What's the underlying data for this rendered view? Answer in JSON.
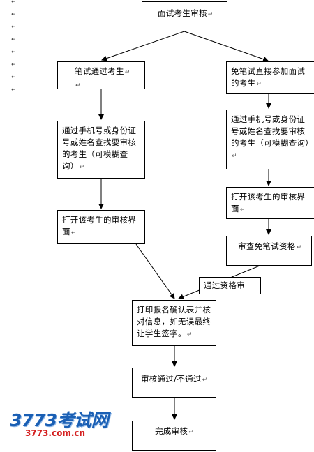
{
  "flowchart": {
    "nodes": {
      "start": "面试考生审核",
      "written_pass": "笔试通过考生",
      "exempt": "免笔试直接参加面试的考生",
      "search_left": "通过手机号或身份证号或姓名查找要审核的考生（可模糊查询）",
      "search_right": "通过手机号或身份证号或姓名查找要审核的考生（可模糊查询）",
      "open_left": "打开该考生的审核界面",
      "open_right": "打开该考生的审核界面",
      "check_exempt": "审查免笔试资格",
      "qualified": "通过资格审",
      "print_form": "打印报名确认表并核对信息，如无误最终让学生签字。",
      "result": "审核通过/不通过",
      "finish": "完成审核"
    },
    "paragraph_mark": "↵"
  },
  "logo": {
    "main": "3773考试网",
    "url": "3773.com.cn",
    "primary_color": "#1a5fb4",
    "url_color": "#d42020"
  }
}
